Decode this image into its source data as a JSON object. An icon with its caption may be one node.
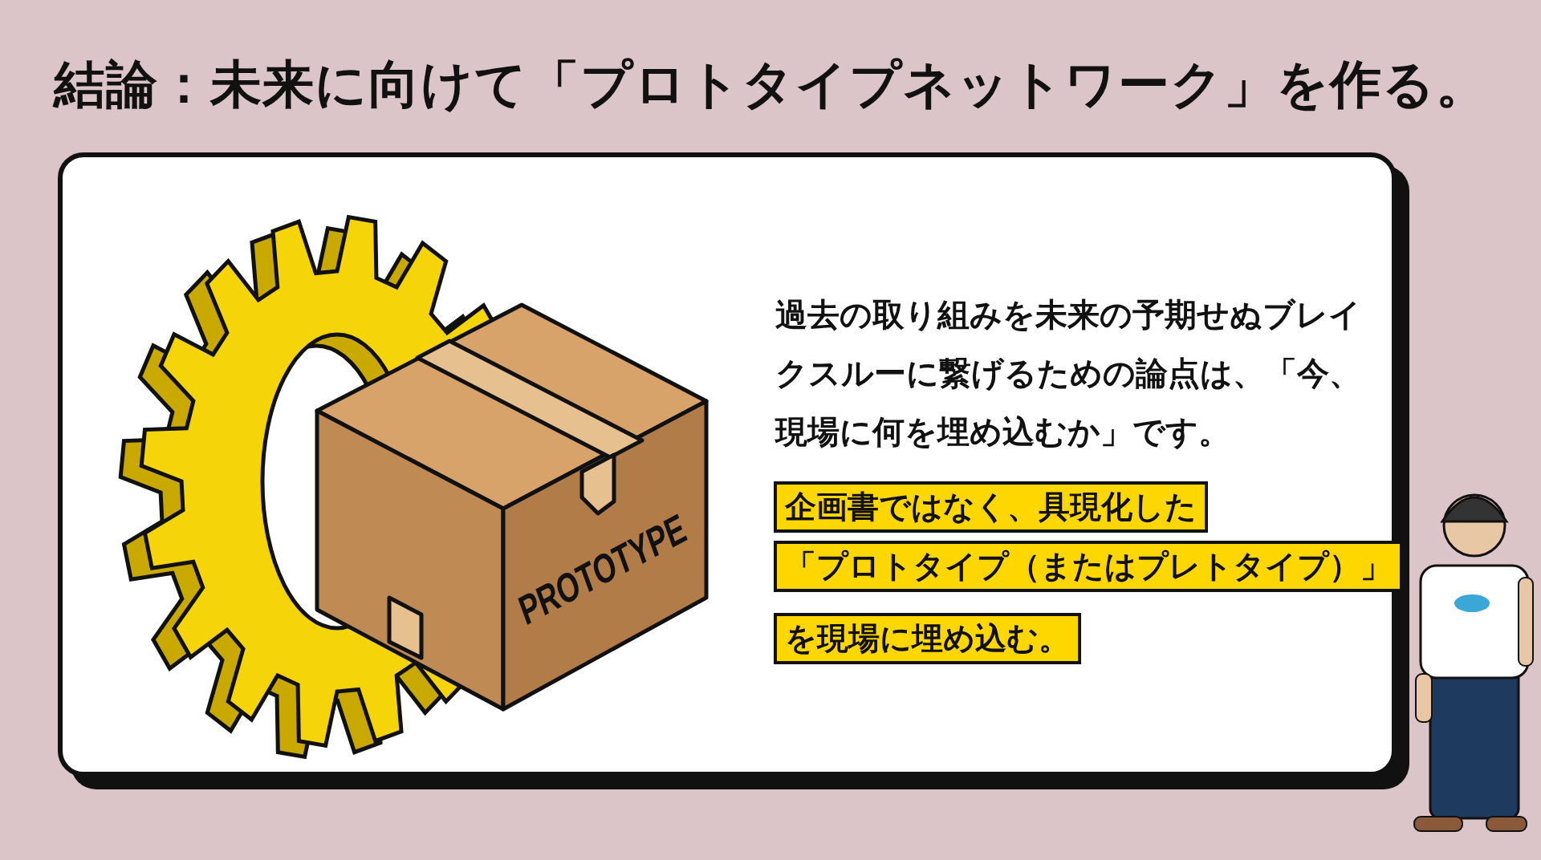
{
  "diagram": {
    "title": "結論：未来に向けて「プロトタイプネットワーク」を作る。",
    "nodes": [
      {
        "text": [
          "過去の取り組みを未来の予期せぬブレイクスルーに繋げるための論点は、「今、現場に何を埋め込むか」です。"
        ]
      },
      {
        "text": [
          "企画書ではなく、具現化した"
        ],
        "in": 0
      },
      {
        "text": [
          "「プロトタイプ（またはプレトタイプ）」"
        ],
        "in": 0
      },
      {
        "text": [
          "を現場に埋め込む。"
        ],
        "in": 0
      }
    ],
    "labels": [
      "PROTOTYPE"
    ]
  }
}
